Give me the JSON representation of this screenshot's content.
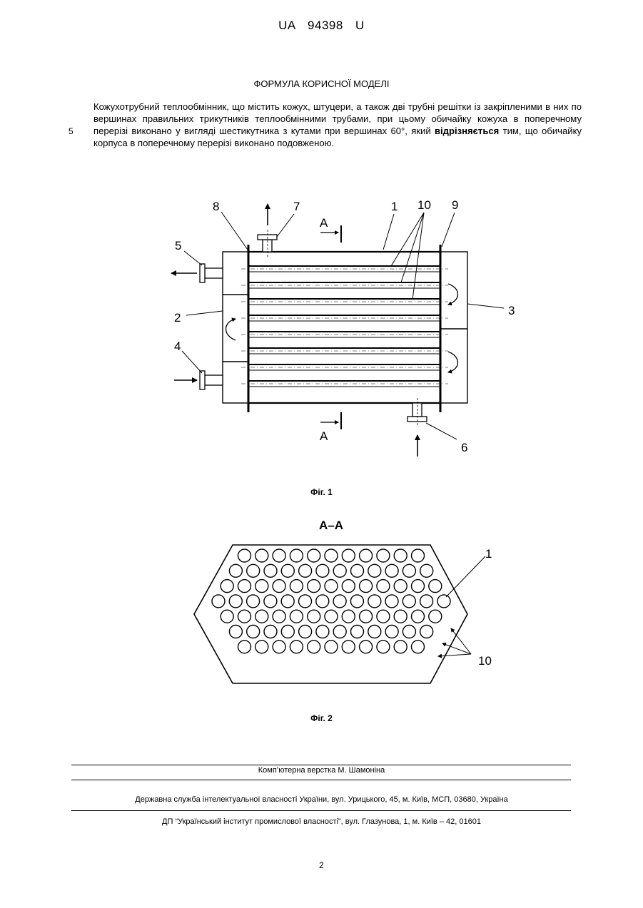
{
  "header": {
    "doc_number": "UA   94398   U"
  },
  "claims": {
    "title": "ФОРМУЛА КОРИСНОЇ МОДЕЛІ",
    "line_number": "5",
    "text_part1": "Кожухотрубний теплообмінник, що містить кожух, штуцери, а також дві трубні решітки із закріпленими в них по вершинах правильних трикутників теплообмінними трубами, при цьому обичайку кожуха в поперечному перерізі виконано у вигляді шестикутника з кутами при вершинах 60°, який ",
    "text_bold": "відрізняється",
    "text_part2": " тим, що обичайку корпуса в поперечному перерізі виконано подовженою."
  },
  "figure1": {
    "caption": "Фіг. 1",
    "labels": {
      "l1": "1",
      "l2": "2",
      "l3": "3",
      "l4": "4",
      "l5": "5",
      "l6": "6",
      "l7": "7",
      "l8": "8",
      "l9": "9",
      "l10": "10",
      "section_top": "A",
      "section_bottom": "A"
    }
  },
  "figure2": {
    "caption": "Фіг. 2",
    "title": "А–А",
    "labels": {
      "l1": "1",
      "l10": "10"
    },
    "tube_rows": [
      11,
      12,
      13,
      14,
      13,
      12,
      11
    ]
  },
  "footer": {
    "layout": "Комп’ютерна верстка М. Шамоніна",
    "agency": "Державна служба інтелектуальної власності України, вул. Урицького, 45, м. Київ, МСП, 03680, Україна",
    "institute": "ДП “Український інститут промислової власності”, вул. Глазунова, 1, м. Київ – 42, 01601"
  },
  "page_number": "2"
}
